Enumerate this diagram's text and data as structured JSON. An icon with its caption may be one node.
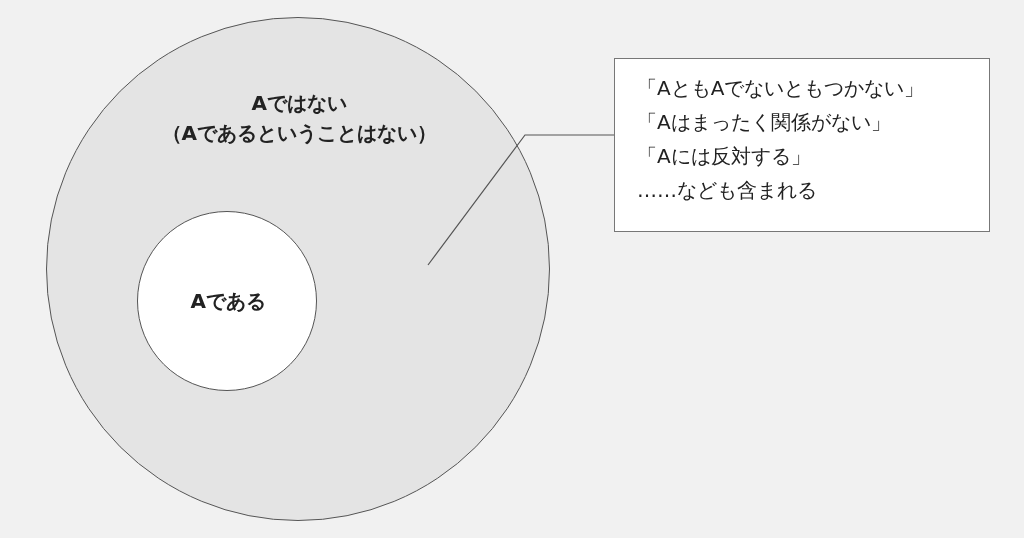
{
  "diagram": {
    "nodes": [
      {
        "text": [
          "Aではない",
          "（Aであるということはない）"
        ]
      },
      {
        "text": [
          "Aである"
        ],
        "in": 0
      },
      {
        "text": [
          "「AともAでないともつかない」",
          "「Aはまったく関係がない」",
          "「Aには反対する」",
          "……なども含まれる"
        ]
      }
    ],
    "edges": [
      {
        "from": 2,
        "to": 0,
        "arrow": "none"
      }
    ]
  }
}
